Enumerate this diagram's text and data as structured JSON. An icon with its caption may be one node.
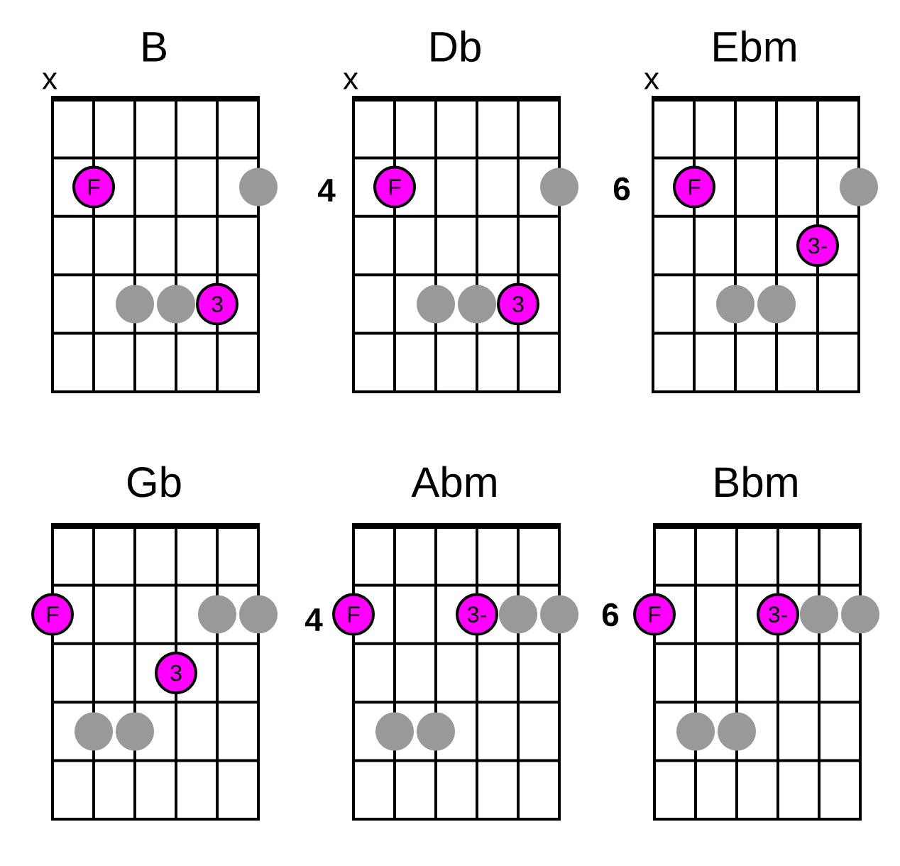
{
  "diagram": {
    "nodes": [
      {
        "text": [
          "B"
        ],
        "beside": [
          "x"
        ]
      },
      {
        "text": [
          "F"
        ],
        "in": 0
      },
      {
        "text": [],
        "shape": "circle",
        "in": 0
      },
      {
        "text": [],
        "shape": "circle",
        "in": 0
      },
      {
        "text": [],
        "shape": "circle",
        "in": 0
      },
      {
        "text": [
          "3"
        ],
        "in": 0
      },
      {
        "text": [
          "Db"
        ],
        "beside": [
          "x",
          "4"
        ]
      },
      {
        "text": [
          "F"
        ],
        "in": 6
      },
      {
        "text": [],
        "shape": "circle",
        "in": 6
      },
      {
        "text": [],
        "shape": "circle",
        "in": 6
      },
      {
        "text": [],
        "shape": "circle",
        "in": 6
      },
      {
        "text": [
          "3"
        ],
        "in": 6
      },
      {
        "text": [
          "Ebm"
        ],
        "beside": [
          "x",
          "6"
        ]
      },
      {
        "text": [
          "F"
        ],
        "in": 12
      },
      {
        "text": [],
        "shape": "circle",
        "in": 12
      },
      {
        "text": [
          "3-"
        ],
        "in": 12
      },
      {
        "text": [],
        "shape": "circle",
        "in": 12
      },
      {
        "text": [],
        "shape": "circle",
        "in": 12
      },
      {
        "text": [
          "Gb"
        ]
      },
      {
        "text": [
          "F"
        ],
        "in": 18
      },
      {
        "text": [],
        "shape": "circle",
        "in": 18
      },
      {
        "text": [],
        "shape": "circle",
        "in": 18
      },
      {
        "text": [
          "3"
        ],
        "in": 18
      },
      {
        "text": [],
        "shape": "circle",
        "in": 18
      },
      {
        "text": [],
        "shape": "circle",
        "in": 18
      },
      {
        "text": [
          "Abm"
        ]
      },
      {
        "text": [
          "F"
        ],
        "in": 25
      },
      {
        "text": [
          "3-"
        ],
        "in": 25
      },
      {
        "text": [],
        "shape": "circle",
        "in": 25
      },
      {
        "text": [],
        "shape": "circle",
        "in": 25
      },
      {
        "text": [],
        "shape": "circle",
        "in": 25
      },
      {
        "text": [],
        "shape": "circle",
        "in": 25
      },
      {
        "text": [
          "Bbm"
        ]
      },
      {
        "text": [
          "F"
        ],
        "in": 32
      },
      {
        "text": [
          "3-"
        ],
        "in": 32
      },
      {
        "text": [],
        "shape": "circle",
        "in": 32
      },
      {
        "text": [],
        "shape": "circle",
        "in": 32
      },
      {
        "text": [],
        "shape": "circle",
        "in": 32
      },
      {
        "text": [],
        "shape": "circle",
        "in": 32
      }
    ],
    "labels": [
      "4",
      "6"
    ]
  }
}
